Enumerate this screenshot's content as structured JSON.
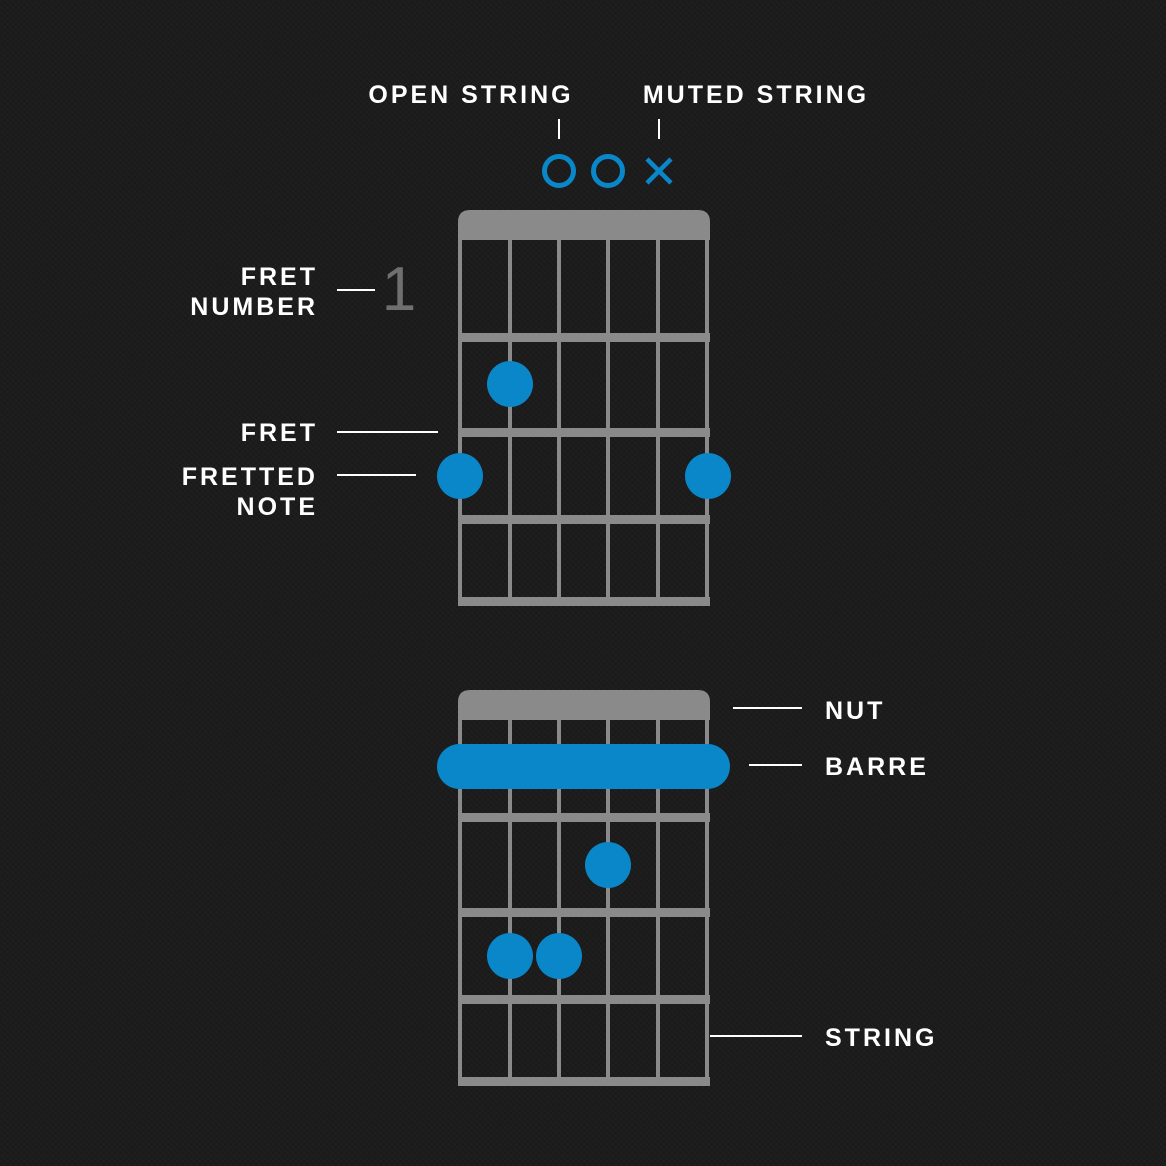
{
  "labels": {
    "open_string": "OPEN STRING",
    "muted_string": "MUTED STRING",
    "fret_number_line1": "FRET",
    "fret_number_line2": "NUMBER",
    "fret": "FRET",
    "fretted_note_line1": "FRETTED",
    "fretted_note_line2": "NOTE",
    "nut": "NUT",
    "barre": "BARRE",
    "string": "STRING"
  },
  "diagram_top": {
    "fret_number": "1",
    "string_markers": [
      "",
      "",
      "open",
      "open",
      "muted",
      ""
    ],
    "notes": [
      {
        "string": 2,
        "fret": 2
      },
      {
        "string": 1,
        "fret": 3
      },
      {
        "string": 6,
        "fret": 3
      }
    ]
  },
  "diagram_bottom": {
    "barre": {
      "fret": 1,
      "from_string": 1,
      "to_string": 6
    },
    "notes": [
      {
        "string": 4,
        "fret": 2
      },
      {
        "string": 2,
        "fret": 3
      },
      {
        "string": 3,
        "fret": 3
      }
    ]
  },
  "colors": {
    "accent": "#0a87c9",
    "fretboard": "#8a8a8a",
    "background": "#1c1c1d",
    "text": "#ffffff"
  }
}
